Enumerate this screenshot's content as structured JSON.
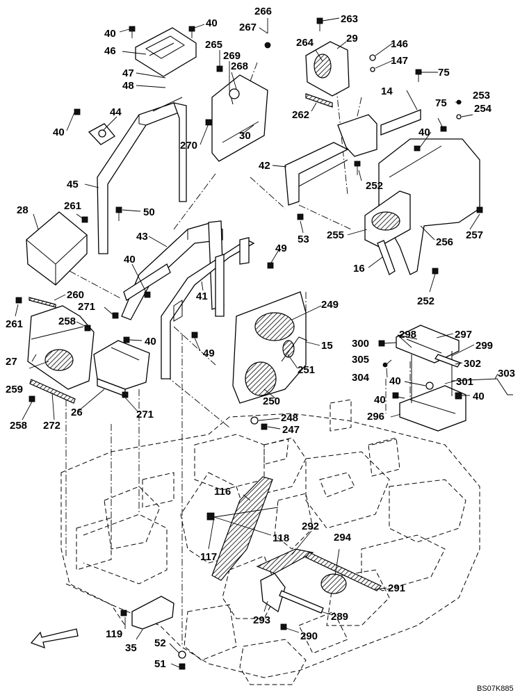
{
  "diagram": {
    "drawing_code": "BS07K885",
    "callouts": {
      "c40a": "40",
      "c40b": "40",
      "c40c": "40",
      "c40d": "40",
      "c40e": "40",
      "c40f": "40",
      "c40g": "40",
      "c40h": "40",
      "c46": "46",
      "c47": "47",
      "c48": "48",
      "c44": "44",
      "c45": "45",
      "c266": "266",
      "c267": "267",
      "c265": "265",
      "c269": "269",
      "c268": "268",
      "c270": "270",
      "c30": "30",
      "c263": "263",
      "c29": "29",
      "c264": "264",
      "c262": "262",
      "c146": "146",
      "c147": "147",
      "c75a": "75",
      "c75b": "75",
      "c14": "14",
      "c253": "253",
      "c254": "254",
      "c42": "42",
      "c252a": "252",
      "c252b": "252",
      "c28": "28",
      "c261a": "261",
      "c261b": "261",
      "c50": "50",
      "c43": "43",
      "c49a": "49",
      "c49b": "49",
      "c41": "41",
      "c53": "53",
      "c255": "255",
      "c256": "256",
      "c257": "257",
      "c16": "16",
      "c260": "260",
      "c271a": "271",
      "c271b": "271",
      "c258a": "258",
      "c258b": "258",
      "c27": "27",
      "c259": "259",
      "c26": "26",
      "c272": "272",
      "c249": "249",
      "c15": "15",
      "c251": "251",
      "c250": "250",
      "c248": "248",
      "c247": "247",
      "c298": "298",
      "c297": "297",
      "c300": "300",
      "c299": "299",
      "c305": "305",
      "c302": "302",
      "c304": "304",
      "c301": "301",
      "c303": "303",
      "c296": "296",
      "c116": "116",
      "c118": "118",
      "c117": "117",
      "c292": "292",
      "c294": "294",
      "c291": "291",
      "c293": "293",
      "c289": "289",
      "c290": "290",
      "c119": "119",
      "c35": "35",
      "c52": "52",
      "c51": "51"
    }
  }
}
